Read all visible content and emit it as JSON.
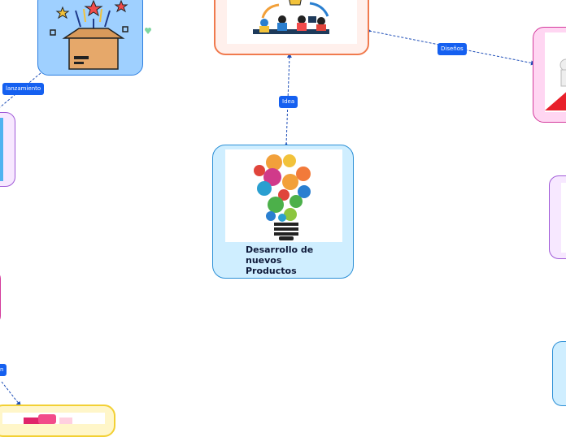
{
  "central_node": {
    "title": "Desarrollo de nuevos Productos"
  },
  "connections": {
    "idea": "Idea",
    "disenos": "Diseños",
    "lanzamiento": "lanzamiento",
    "partial_left": "n"
  },
  "colors": {
    "central_fill": "#cfeeff",
    "central_border": "#2b8fd6",
    "top_fill": "#fff0ec",
    "top_border": "#f07a4e",
    "launch_fill": "#9fd0ff",
    "launch_border": "#2c7ee0",
    "right_pink_fill": "#ffd6f2",
    "right_pink_border": "#d33a9c",
    "purple_fill": "#f7e8ff",
    "purple_border": "#a05ad8",
    "yellow_fill": "#fff6c9",
    "yellow_border": "#f2d034",
    "tag_fill": "#1560f0"
  }
}
